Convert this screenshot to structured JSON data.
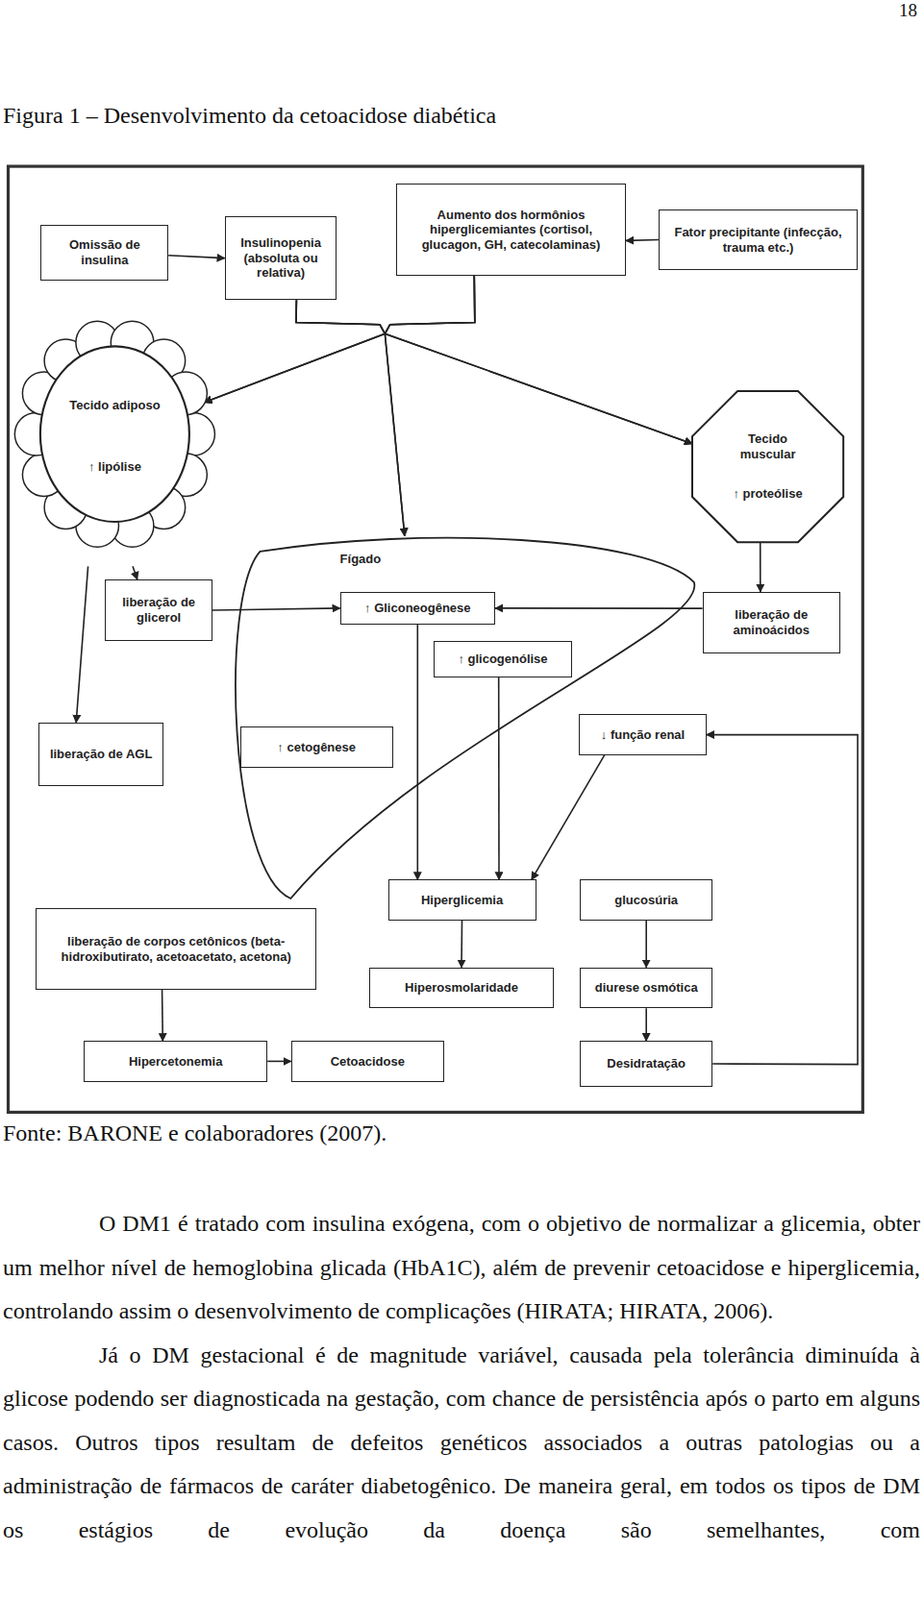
{
  "diagram": {
    "title": "Figura 1 – Desenvolvimento da cetoacidose diabética",
    "caption": "Fonte: BARONE e colaboradores (2007).",
    "nodes": [
      {
        "text": [
          "Omissão de insulina"
        ]
      },
      {
        "text": [
          "Insulinopenia (absoluta ou relativa)"
        ]
      },
      {
        "text": [
          "Aumento dos hormônios hiperglicemiantes (cortisol, glucagon, GH, catecolaminas)"
        ]
      },
      {
        "text": [
          "Fator precipitante (infecção, trauma etc.)"
        ]
      },
      {
        "text": [
          "Tecido adiposo",
          "↑ lipólise"
        ]
      },
      {
        "text": [
          "Tecido muscular",
          "↑ proteólise"
        ]
      },
      {
        "text": [
          "Fígado"
        ]
      },
      {
        "text": [
          "↑ Gliconeogênese"
        ],
        "in": 6
      },
      {
        "text": [
          "↑ glicogenólise"
        ],
        "in": 6
      },
      {
        "text": [
          "liberação de glicerol"
        ]
      },
      {
        "text": [
          "liberação de aminoácidos"
        ]
      },
      {
        "text": [
          "liberação de AGL"
        ]
      },
      {
        "text": [
          "↑ cetogênese"
        ],
        "in": 6
      },
      {
        "text": [
          "↓ função renal"
        ]
      },
      {
        "text": [
          "liberação de corpos cetônicos (beta-hidroxibutirato, acetoacetato, acetona)"
        ]
      },
      {
        "text": [
          "Hiperglicemia"
        ]
      },
      {
        "text": [
          "glucosúria"
        ]
      },
      {
        "text": [
          "Hiperosmolaridade"
        ]
      },
      {
        "text": [
          "diurese osmótica"
        ]
      },
      {
        "text": [
          "Hipercetonemia"
        ]
      },
      {
        "text": [
          "Cetoacidose"
        ]
      },
      {
        "text": [
          "Desidratação"
        ]
      }
    ],
    "edges": [
      {
        "from": 0,
        "to": 1,
        "arrow": "to"
      },
      {
        "from": 3,
        "to": 2,
        "arrow": "to"
      },
      {
        "from": 1,
        "to": 4,
        "arrow": "to"
      },
      {
        "from": 2,
        "to": 4,
        "arrow": "to"
      },
      {
        "from": 1,
        "to": 6,
        "arrow": "to"
      },
      {
        "from": 2,
        "to": 6,
        "arrow": "to"
      },
      {
        "from": 1,
        "to": 5,
        "arrow": "to"
      },
      {
        "from": 2,
        "to": 5,
        "arrow": "to"
      },
      {
        "from": 4,
        "to": 9,
        "arrow": "to"
      },
      {
        "from": 4,
        "to": 11,
        "arrow": "to"
      },
      {
        "from": 9,
        "to": 7,
        "arrow": "to"
      },
      {
        "from": 10,
        "to": 7,
        "arrow": "to"
      },
      {
        "from": 5,
        "to": 10,
        "arrow": "to"
      },
      {
        "from": 7,
        "to": 15,
        "arrow": "to"
      },
      {
        "from": 8,
        "to": 15,
        "arrow": "to"
      },
      {
        "from": 13,
        "to": 15,
        "arrow": "to"
      },
      {
        "from": 15,
        "to": 17,
        "arrow": "to"
      },
      {
        "from": 16,
        "to": 18,
        "arrow": "to"
      },
      {
        "from": 18,
        "to": 21,
        "arrow": "to"
      },
      {
        "from": 14,
        "to": 19,
        "arrow": "to"
      },
      {
        "from": 19,
        "to": 20,
        "arrow": "to"
      },
      {
        "from": 21,
        "to": 13,
        "arrow": "to"
      }
    ],
    "labels": [
      "18",
      "O DM1 é tratado com insulina exógena, com o objetivo de normalizar a glicemia, obter um melhor nível de hemoglobina glicada (HbA1C), além de prevenir cetoacidose e hiperglicemia, controlando assim o desenvolvimento de complicações (HIRATA; HIRATA, 2006).",
      "Já o DM gestacional é de magnitude variável, causada pela tolerância diminuída à glicose podendo ser diagnosticada na gestação, com chance de persistência após o parto em alguns casos. Outros tipos resultam de defeitos genéticos associados a outras patologias ou a administração de fármacos de caráter diabetogênico. De maneira geral, em todos os tipos de DM os estágios de evolução da doença são semelhantes, com"
    ]
  }
}
